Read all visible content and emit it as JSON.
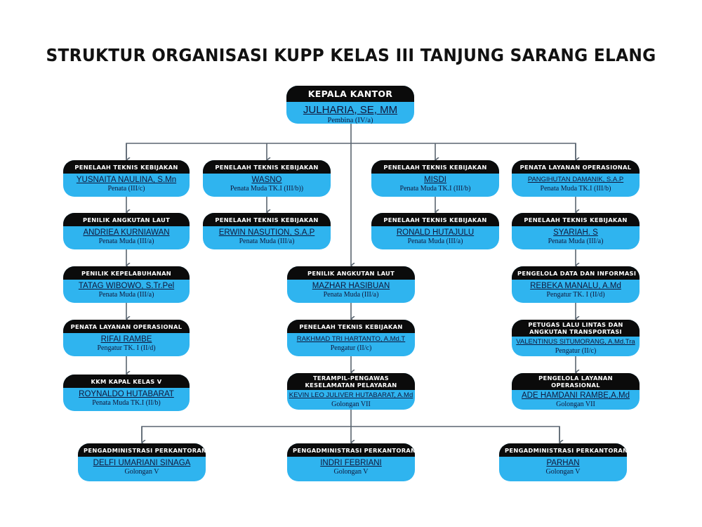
{
  "title": "STRUKTUR ORGANISASI KUPP KELAS III TANJUNG SARANG ELANG",
  "head": {
    "role": "KEPALA KANTOR",
    "name": "JULHARIA, SE, MM",
    "rank": "Pembina (IV/a)"
  },
  "col1": [
    {
      "role": "PENELAAH TEKNIS KEBIJAKAN",
      "name": "YUSNAITA NAULINA, S.Mn",
      "rank": "Penata (III/c)"
    },
    {
      "role": "PENILIK ANGKUTAN LAUT",
      "name": "ANDRIEA KURNIAWAN",
      "rank": "Penata Muda (III/a)"
    },
    {
      "role": "PENILIK KEPELABUHANAN",
      "name": "TATAG WIBOWO, S.Tr.Pel",
      "rank": "Penata Muda (III/a)"
    },
    {
      "role": "PENATA LAYANAN OPERASIONAL",
      "name": "RIFAI RAMBE",
      "rank": "Pengatur TK. I (II/d)"
    },
    {
      "role": "KKM KAPAL KELAS V",
      "name": "ROYNALDO HUTABARAT",
      "rank": "Penata Muda TK.I (II/b)"
    }
  ],
  "col2": [
    {
      "role": "PENELAAH TEKNIS KEBIJAKAN",
      "name": "WASNO",
      "rank": "Penata Muda TK.I (III/b))"
    },
    {
      "role": "PENELAAH TEKNIS KEBIJAKAN",
      "name": "ERWIN NASUTION, S.A.P",
      "rank": "Penata Muda (III/a)"
    }
  ],
  "center": [
    {
      "role": "PENILIK ANGKUTAN LAUT",
      "name": "MAZHAR HASIBUAN",
      "rank": "Penata Muda (III/a)"
    },
    {
      "role": "PENELAAH TEKNIS KEBIJAKAN",
      "name": "RAKHMAD TRI HARTANTO, A.Md.T",
      "rank": "Pengatur (II/c)"
    },
    {
      "role": "TERAMPIL-PENGAWAS KESELAMATAN PELAYARAN",
      "name": "KEVIN LEO JULIVER HUTABARAT, A.Md",
      "rank": "Golongan VII"
    }
  ],
  "col4": [
    {
      "role": "PENELAAH TEKNIS KEBIJAKAN",
      "name": "MISDI",
      "rank": "Penata Muda TK.I (III/b)"
    },
    {
      "role": "PENELAAH TEKNIS KEBIJAKAN",
      "name": "RONALD HUTAJULU",
      "rank": "Penata Muda (III/a)"
    }
  ],
  "col5": [
    {
      "role": "PENATA LAYANAN OPERASIONAL",
      "name": "PANGIHUTAN DAMANIK, S.A.P",
      "rank": "Penata Muda TK.I (III/b)"
    },
    {
      "role": "PENELAAH TEKNIS KEBIJAKAN",
      "name": "SYARIAH. S",
      "rank": "Penata Muda (III/a)"
    },
    {
      "role": "PENGELOLA DATA DAN INFORMASI",
      "name": "REBEKA MANALU, A.Md",
      "rank": "Pengatur TK. I (II/d)"
    },
    {
      "role": "PETUGAS LALU LINTAS DAN ANGKUTAN TRANSPORTASI",
      "name": "VALENTINUS SITUMORANG, A.Md.Tra",
      "rank": "Pengatur (II/c)"
    },
    {
      "role": "PENGELOLA LAYANAN OPERASIONAL",
      "name": "ADE HAMDANI RAMBE,A.Md",
      "rank": "Golongan VII"
    }
  ],
  "bottom": [
    {
      "role": "PENGADMINISTRASI PERKANTORAN",
      "name": "DELFI UMARIANI SINAGA",
      "rank": "Golongan V"
    },
    {
      "role": "PENGADMINISTRASI PERKANTORAN",
      "name": "INDRI FEBRIANI",
      "rank": "Golongan V"
    },
    {
      "role": "PENGADMINISTRASI PERKANTORAN",
      "name": "PARHAN",
      "rank": "Golongan V"
    }
  ],
  "colors": {
    "box": "#2fb4ef",
    "header": "#0b0b0b",
    "line": "#5a6570"
  }
}
